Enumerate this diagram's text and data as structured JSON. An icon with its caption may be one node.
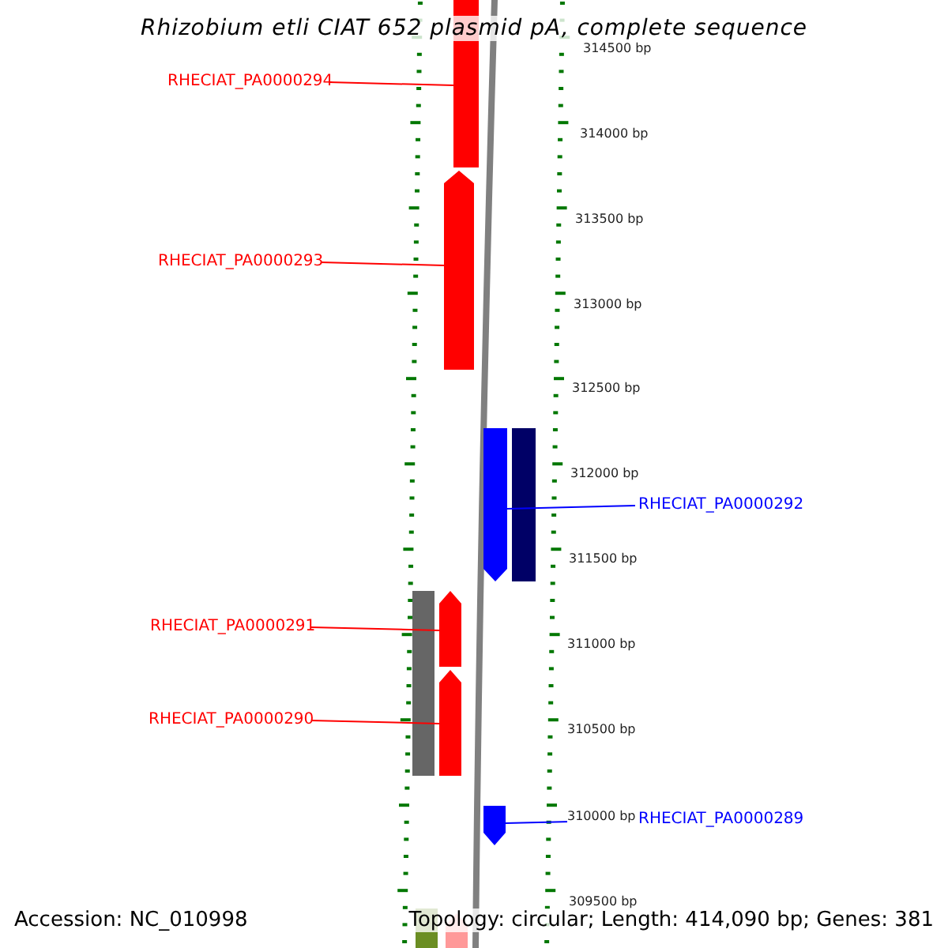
{
  "diagram": {
    "title": "Rhizobium etli CIAT 652 plasmid pA, complete sequence",
    "nodes": [
      {
        "text": [
          "RHECIAT_PA0000294"
        ]
      },
      {
        "text": [],
        "shape": "bar"
      },
      {
        "text": [
          "RHECIAT_PA0000293"
        ]
      },
      {
        "text": [],
        "shape": "bar"
      },
      {
        "text": [
          "RHECIAT_PA0000292"
        ]
      },
      {
        "text": [],
        "shape": "bar"
      },
      {
        "text": [
          "RHECIAT_PA0000291"
        ]
      },
      {
        "text": [],
        "shape": "bar"
      },
      {
        "text": [
          "RHECIAT_PA0000290"
        ]
      },
      {
        "text": [],
        "shape": "bar"
      },
      {
        "text": [
          "RHECIAT_PA0000289"
        ]
      },
      {
        "text": [],
        "shape": "bar"
      }
    ],
    "edges": [
      {
        "from": 0,
        "to": 1,
        "arrow": "none"
      },
      {
        "from": 2,
        "to": 3,
        "arrow": "none"
      },
      {
        "from": 4,
        "to": 5,
        "arrow": "none",
        "color": "#0000ff"
      },
      {
        "from": 6,
        "to": 7,
        "arrow": "none"
      },
      {
        "from": 8,
        "to": 9,
        "arrow": "none"
      },
      {
        "from": 10,
        "to": 11,
        "arrow": "none",
        "color": "#0000ff"
      }
    ],
    "labels": [
      "314500 bp",
      "314000 bp",
      "313500 bp",
      "313000 bp",
      "312500 bp",
      "312000 bp",
      "311500 bp",
      "311000 bp",
      "310500 bp",
      "310000 bp",
      "309500 bp",
      "Accession: NC_010998",
      "Topology: circular; Length: 414,090 bp; Genes: 381"
    ]
  }
}
